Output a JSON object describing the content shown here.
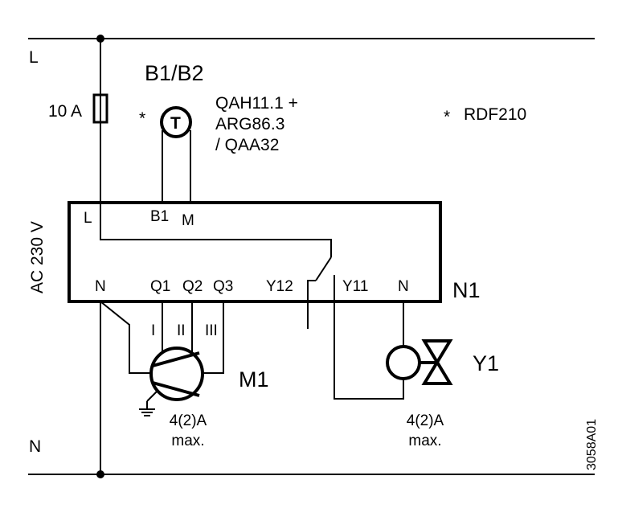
{
  "rails": {
    "line_label": "L",
    "neutral_label": "N"
  },
  "supply": {
    "voltage_label": "AC 230 V",
    "fuse_rating": "10 A"
  },
  "sensor": {
    "designation": "B1/B2",
    "options_marker": "*",
    "symbol_letter": "T",
    "models": [
      "QAH11.1 +",
      "ARG86.3",
      "/ QAA32"
    ]
  },
  "controller": {
    "designation": "N1",
    "model_marker": "*",
    "model": "RDF210",
    "terminals_top": {
      "l": "L",
      "b1": "B1",
      "m": "M"
    },
    "terminals_bottom": {
      "n1": "N",
      "q1": "Q1",
      "q2": "Q2",
      "q3": "Q3",
      "y12": "Y12",
      "y11": "Y11",
      "n2": "N"
    }
  },
  "motor": {
    "designation": "M1",
    "speed_labels": [
      "I",
      "II",
      "III"
    ],
    "rating": [
      "4(2)A",
      "max."
    ]
  },
  "valve": {
    "designation": "Y1",
    "rating": [
      "4(2)A",
      "max."
    ]
  },
  "drawing_number": "3058A01"
}
